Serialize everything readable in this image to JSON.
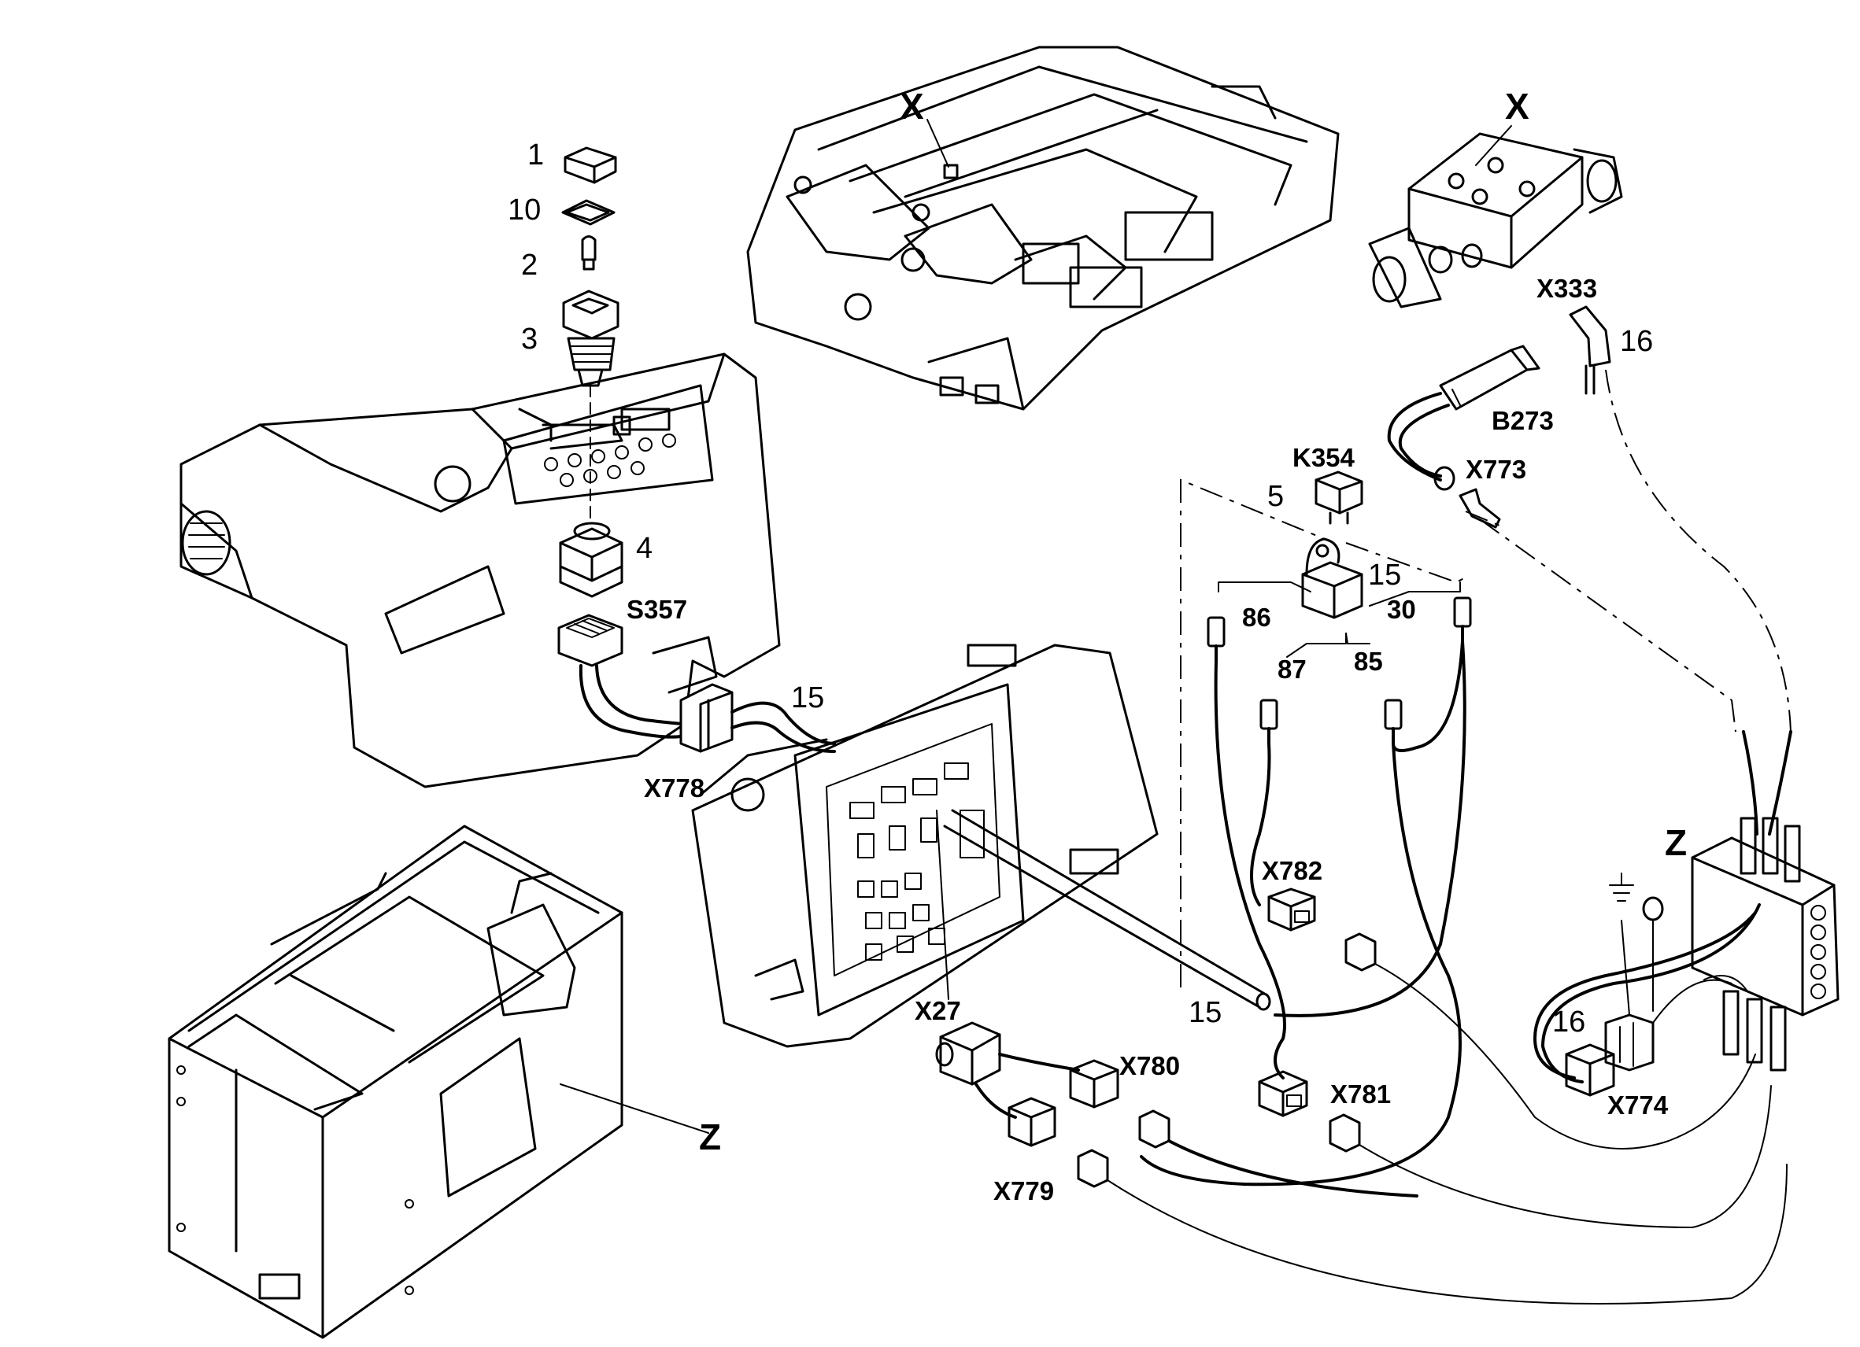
{
  "labels": {
    "x_left": "X",
    "x_right": "X",
    "z_left": "Z",
    "z_right": "Z",
    "part_1": "1",
    "part_10": "10",
    "part_2": "2",
    "part_3": "3",
    "part_4": "4",
    "part_5": "5",
    "part_15_relay": "15",
    "part_15_harness": "15",
    "part_15_cable": "15",
    "part_16_top": "16",
    "part_16_bottom": "16",
    "pin_86": "86",
    "pin_87": "87",
    "pin_85": "85",
    "pin_30": "30",
    "s357": "S357",
    "x778": "X778",
    "x333": "X333",
    "b273": "B273",
    "k354": "K354",
    "x773": "X773",
    "x782": "X782",
    "x27": "X27",
    "x780": "X780",
    "x779": "X779",
    "x781": "X781",
    "x774": "X774"
  }
}
